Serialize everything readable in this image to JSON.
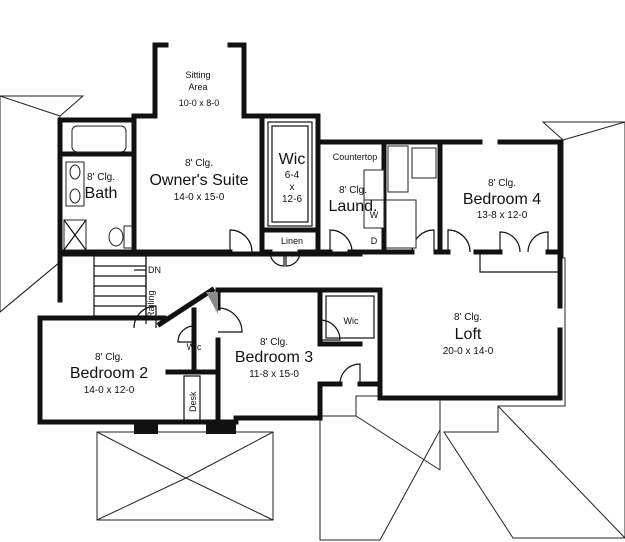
{
  "labels": {
    "sitting_area": "Sitting\nArea",
    "sitting_area_dim": "10-0 x 8-0",
    "owners_clg": "8' Clg.",
    "owners_name": "Owner's Suite",
    "owners_dim": "14-0 x 15-0",
    "bath_clg": "8' Clg.",
    "bath_name": "Bath",
    "wic1_name": "Wic",
    "wic1_dim_a": "6-4",
    "wic1_dim_x": "x",
    "wic1_dim_b": "12-6",
    "linen": "Linen",
    "countertop": "Countertop",
    "laundry_clg": "8' Clg.",
    "laundry_name": "Laund.",
    "washer": "W",
    "dryer": "D",
    "bed4_clg": "8' Clg.",
    "bed4_name": "Bedroom 4",
    "bed4_dim": "13-8 x 12-0",
    "stair_dn": "DN",
    "railing": "Railing",
    "loft_clg": "8' Clg.",
    "loft_name": "Loft",
    "loft_dim": "20-0 x 14-0",
    "bed2_clg": "8' Clg.",
    "bed2_name": "Bedroom 2",
    "bed2_dim": "14-0 x 12-0",
    "wic2_name": "Wic",
    "bed3_clg": "8' Clg.",
    "bed3_name": "Bedroom 3",
    "bed3_dim": "11-8 x 15-0",
    "wic3_name": "Wic",
    "desk": "Desk"
  }
}
